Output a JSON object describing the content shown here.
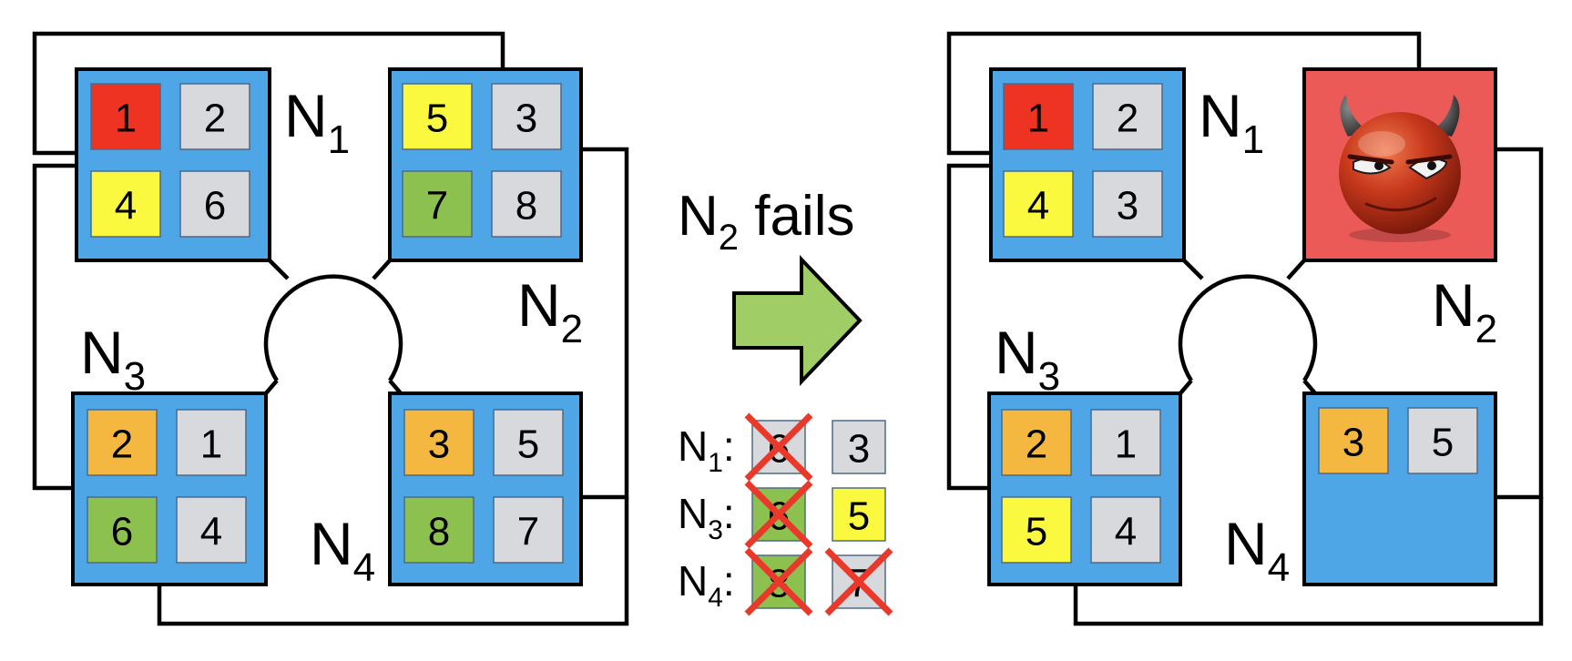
{
  "colors": {
    "node_blue": "#4ea6e6",
    "failed_node": "#ec5a57",
    "red": "#ee3322",
    "yellow": "#fbf93f",
    "green": "#8cc150",
    "orange": "#f4b841",
    "gray": "#d8d9dc",
    "arrow": "#a1cd66",
    "cross": "#e8392b"
  },
  "before": {
    "N1": {
      "label": "N",
      "sub": "1",
      "cells": [
        {
          "num": "1",
          "color": "red"
        },
        {
          "num": "2",
          "color": "gray"
        },
        {
          "num": "4",
          "color": "yellow"
        },
        {
          "num": "6",
          "color": "gray"
        }
      ]
    },
    "N2": {
      "label": "N",
      "sub": "2",
      "cells": [
        {
          "num": "5",
          "color": "yellow"
        },
        {
          "num": "3",
          "color": "gray"
        },
        {
          "num": "7",
          "color": "green"
        },
        {
          "num": "8",
          "color": "gray"
        }
      ]
    },
    "N3": {
      "label": "N",
      "sub": "3",
      "cells": [
        {
          "num": "2",
          "color": "orange"
        },
        {
          "num": "1",
          "color": "gray"
        },
        {
          "num": "6",
          "color": "green"
        },
        {
          "num": "4",
          "color": "gray"
        }
      ]
    },
    "N4": {
      "label": "N",
      "sub": "4",
      "cells": [
        {
          "num": "3",
          "color": "orange"
        },
        {
          "num": "5",
          "color": "gray"
        },
        {
          "num": "8",
          "color": "green"
        },
        {
          "num": "7",
          "color": "gray"
        }
      ]
    }
  },
  "transition": {
    "label_main": "N",
    "label_sub": "2",
    "label_rest": " fails",
    "rows": [
      {
        "node": "N",
        "sub": "1",
        "lost": {
          "num": "6",
          "color": "gray"
        },
        "gained": {
          "num": "3",
          "color": "gray",
          "crossed": false
        }
      },
      {
        "node": "N",
        "sub": "3",
        "lost": {
          "num": "6",
          "color": "green"
        },
        "gained": {
          "num": "5",
          "color": "yellow",
          "crossed": false
        }
      },
      {
        "node": "N",
        "sub": "4",
        "lost": {
          "num": "8",
          "color": "green"
        },
        "gained": {
          "num": "7",
          "color": "gray",
          "crossed": true
        }
      }
    ]
  },
  "after": {
    "N1": {
      "label": "N",
      "sub": "1",
      "cells": [
        {
          "num": "1",
          "color": "red"
        },
        {
          "num": "2",
          "color": "gray"
        },
        {
          "num": "4",
          "color": "yellow"
        },
        {
          "num": "3",
          "color": "gray"
        }
      ]
    },
    "N2": {
      "label": "N",
      "sub": "2",
      "failed": true,
      "icon": "devil-icon"
    },
    "N3": {
      "label": "N",
      "sub": "3",
      "cells": [
        {
          "num": "2",
          "color": "orange"
        },
        {
          "num": "1",
          "color": "gray"
        },
        {
          "num": "5",
          "color": "yellow"
        },
        {
          "num": "4",
          "color": "gray"
        }
      ]
    },
    "N4": {
      "label": "N",
      "sub": "4",
      "cells": [
        {
          "num": "3",
          "color": "orange"
        },
        {
          "num": "5",
          "color": "gray"
        }
      ]
    }
  }
}
